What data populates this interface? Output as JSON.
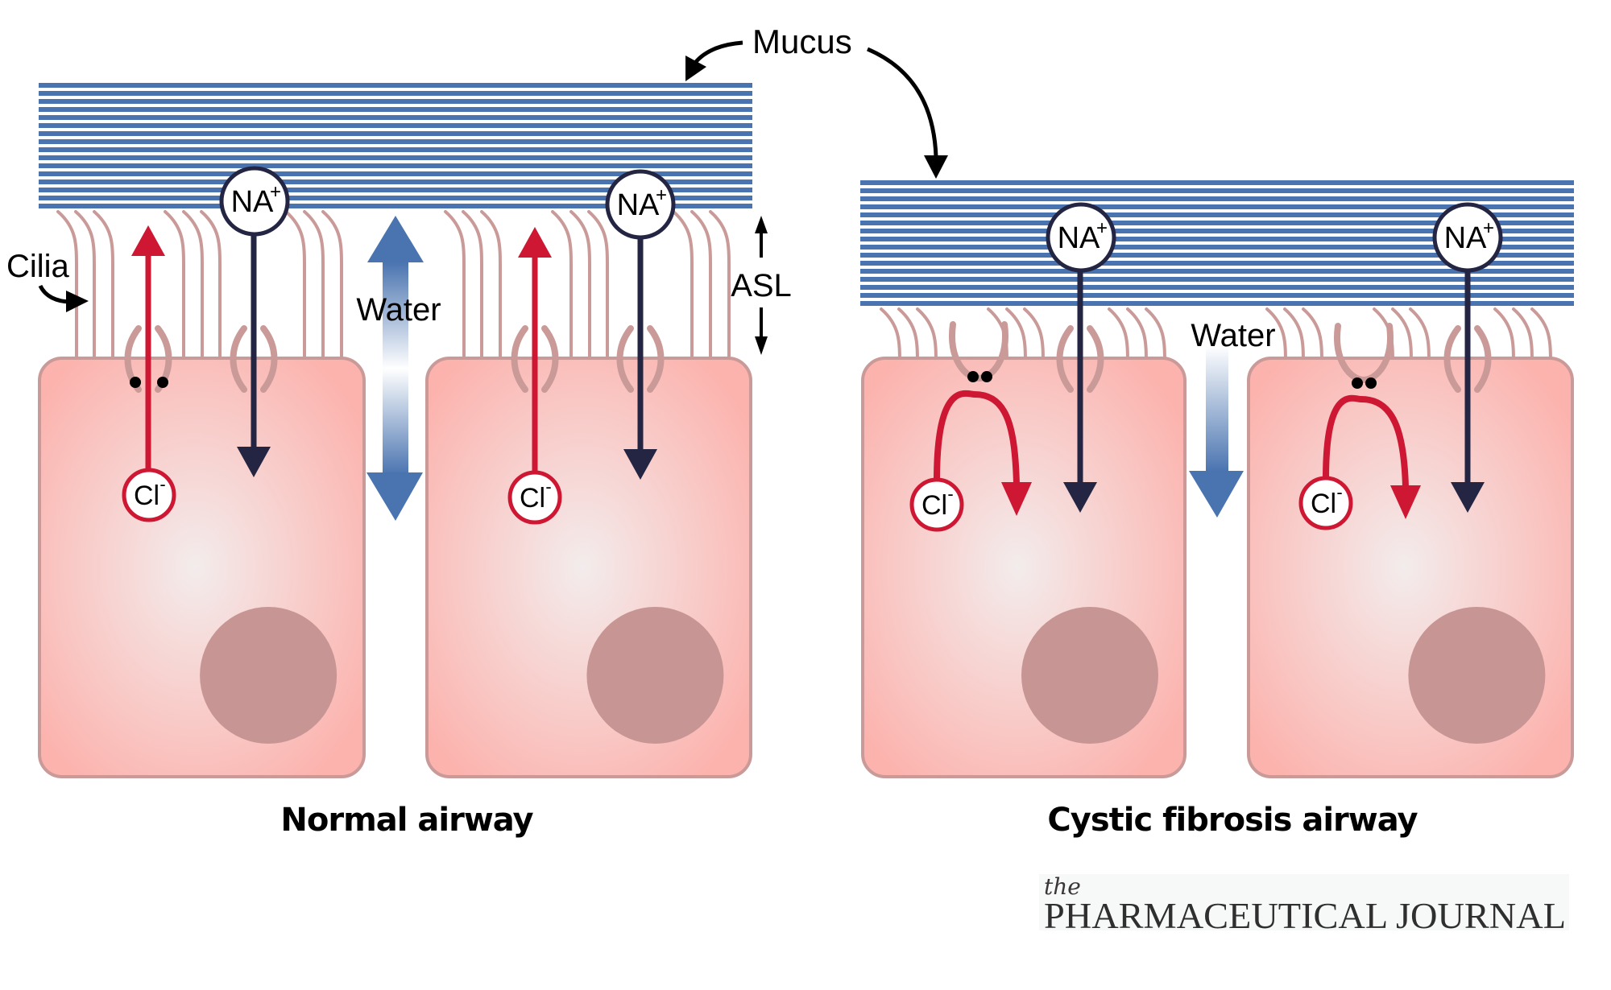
{
  "labels": {
    "mucus": "Mucus",
    "cilia": "Cilia",
    "asl": "ASL",
    "water": "Water",
    "sodium": "NA",
    "sodium_charge": "+",
    "chloride": "Cl",
    "chloride_charge": "-"
  },
  "panels": [
    {
      "id": "normal",
      "title": "Normal airway",
      "chloride_flow": "secreted",
      "water_flow": "bidirectional"
    },
    {
      "id": "cf",
      "title": "Cystic fibrosis airway",
      "chloride_flow": "blocked",
      "water_flow": "absorbed"
    }
  ],
  "logo": {
    "prefix": "the",
    "name": "PHARMACEUTICAL JOURNAL"
  },
  "colors": {
    "mucus": "#4a74b0",
    "cell_fill": "#fcb3ae",
    "cell_center": "#f3ecec",
    "cell_border": "#c99a98",
    "nucleus": "#c79594",
    "cilia": "#c99a98",
    "chloride": "#cd1733",
    "sodium": "#232542",
    "water_dark": "#4a74b0",
    "water_light": "#ffffff"
  }
}
